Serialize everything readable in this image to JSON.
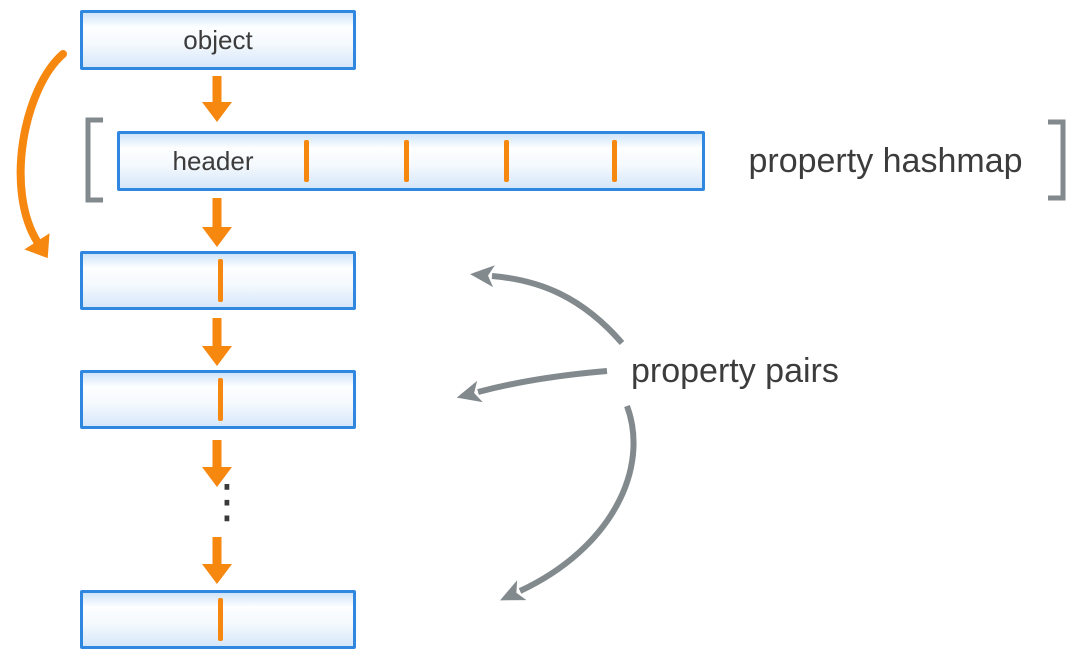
{
  "colors": {
    "blue_border": "#2f87e0",
    "box_fill_top": "#cfe4f8",
    "box_fill_bottom": "#d6e7fa",
    "orange": "#f6870f",
    "gray": "#828a8e",
    "text": "#3c3c3c"
  },
  "object_box": {
    "label": "object"
  },
  "hashmap": {
    "header_label": "header",
    "cell_count": 5,
    "caption": "property hashmap"
  },
  "pairs": {
    "caption": "property pairs",
    "visible_boxes": 3,
    "ellipsis": "⋮"
  }
}
